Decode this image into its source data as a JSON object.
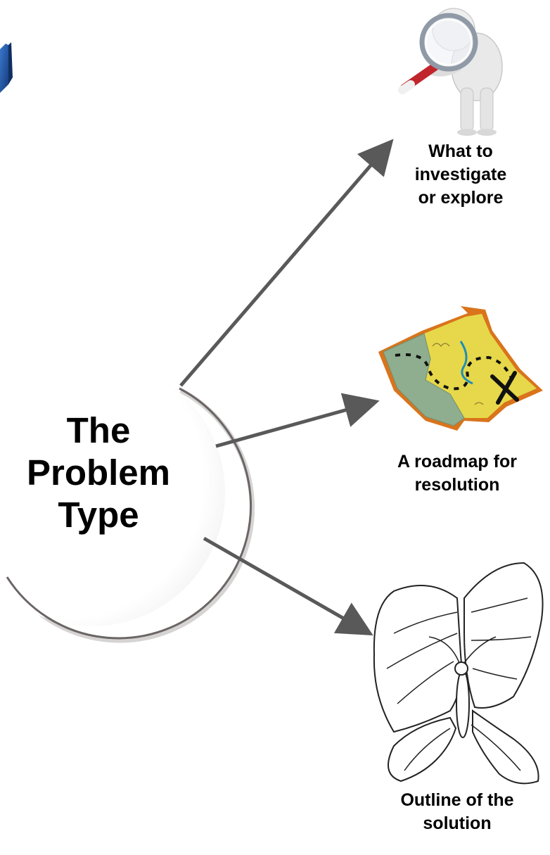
{
  "center": {
    "lines": [
      "The",
      "Problem",
      "Type"
    ]
  },
  "outcomes": [
    {
      "icon": "magnifier-person-icon",
      "lines": [
        "What to",
        "investigate",
        "or explore"
      ]
    },
    {
      "icon": "treasure-map-icon",
      "lines": [
        "A roadmap for",
        "resolution"
      ]
    },
    {
      "icon": "butterfly-outline-icon",
      "lines": [
        "Outline of the",
        "solution"
      ]
    }
  ],
  "colors": {
    "arrow": "#595959",
    "circle_shadow": "#6b6565",
    "map_yellow": "#e6d84a",
    "map_green": "#8fae8f",
    "map_edge": "#d9741c",
    "river": "#1e8fb5",
    "corner_accent": "#1f4fa0"
  }
}
